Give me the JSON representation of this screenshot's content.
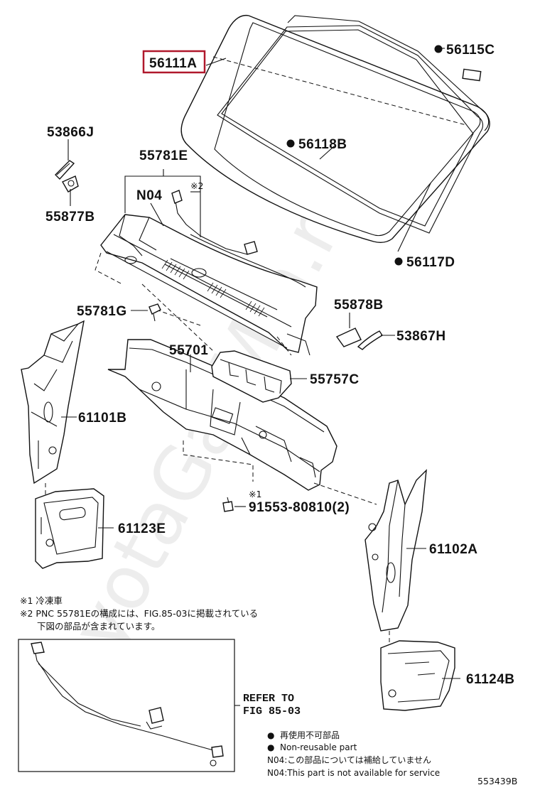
{
  "diagram_id": "553439B",
  "watermark": "ToyotaGarMin.ru",
  "highlight_color": "#b0182c",
  "parts": {
    "p56111A": "56111A",
    "p56115C": "56115C",
    "p56118B": "56118B",
    "p56117D": "56117D",
    "p53866J": "53866J",
    "p55877B": "55877B",
    "p55781E": "55781E",
    "pN04": "N04",
    "p55781G": "55781G",
    "p55878B": "55878B",
    "p53867H": "53867H",
    "p55701": "55701",
    "p55757C": "55757C",
    "p61101B": "61101B",
    "p61123E": "61123E",
    "p91553": "91553-80810(2)",
    "p61102A": "61102A",
    "p61124B": "61124B"
  },
  "marks": {
    "kome2": "※2",
    "kome1": "※1"
  },
  "notes": {
    "n1": "※1 冷凍車",
    "n2a": "※2 PNC 55781Eの構成には、FIG.85-03に掲載されている",
    "n2b": "下図の部品が含まれています。"
  },
  "refer": {
    "line1": "REFER TO",
    "line2": "FIG 85-03"
  },
  "legend": {
    "bullet": "●",
    "jp": "再使用不可部品",
    "en": "Non-reusable part",
    "n04_jp": "N04:この部品については補給していません",
    "n04_en": "N04:This part is not available for service"
  }
}
